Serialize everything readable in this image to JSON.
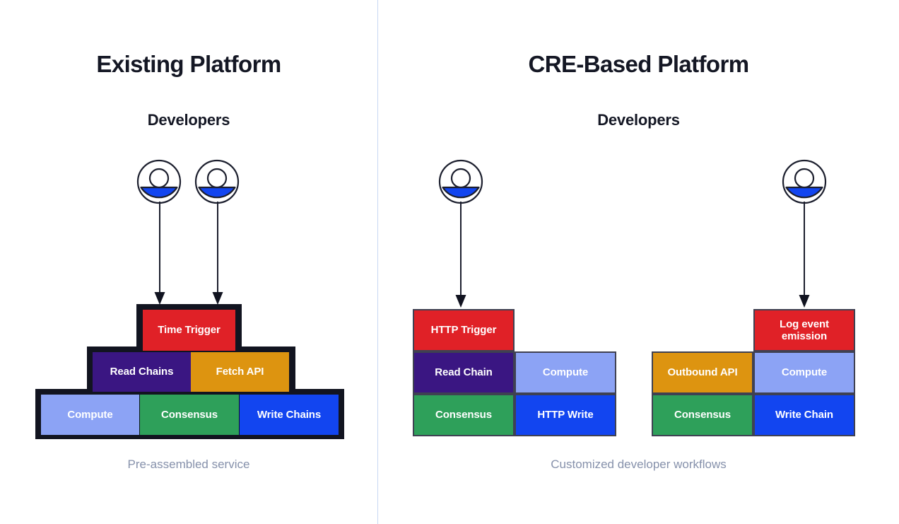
{
  "divider_color": "#c7d8f2",
  "palette": {
    "red": "#e02127",
    "purple": "#3a1682",
    "orange": "#dd9410",
    "light_blue": "#8ca3f5",
    "green": "#2ea05a",
    "blue": "#1245f0",
    "chassis_black": "#121420",
    "heading": "#141724",
    "caption_gray": "#8691ab",
    "avatar_blue": "#1245f0",
    "outline": "#3f4152"
  },
  "left_panel": {
    "title": "Existing Platform",
    "subtitle": "Developers",
    "caption": "Pre-assembled service",
    "developers_count": 2,
    "pyramid": {
      "rows": [
        {
          "blocks": [
            {
              "label": "Time Trigger",
              "color": "red"
            }
          ]
        },
        {
          "blocks": [
            {
              "label": "Read Chains",
              "color": "purple"
            },
            {
              "label": "Fetch API",
              "color": "orange"
            }
          ]
        },
        {
          "blocks": [
            {
              "label": "Compute",
              "color": "light_blue"
            },
            {
              "label": "Consensus",
              "color": "green"
            },
            {
              "label": "Write Chains",
              "color": "blue"
            }
          ]
        }
      ]
    }
  },
  "right_panel": {
    "title": "CRE-Based Platform",
    "subtitle": "Developers",
    "caption": "Customized developer workflows",
    "developers_count": 2,
    "workflows": [
      {
        "name": "workflow-left",
        "rows": [
          {
            "blocks": [
              {
                "label": "HTTP Trigger",
                "color": "red"
              }
            ]
          },
          {
            "blocks": [
              {
                "label": "Read Chain",
                "color": "purple"
              },
              {
                "label": "Compute",
                "color": "light_blue"
              }
            ]
          },
          {
            "blocks": [
              {
                "label": "Consensus",
                "color": "green"
              },
              {
                "label": "HTTP Write",
                "color": "blue"
              }
            ]
          }
        ]
      },
      {
        "name": "workflow-right",
        "rows": [
          {
            "blocks": [
              {
                "label": "Log event emission",
                "color": "red"
              }
            ]
          },
          {
            "blocks": [
              {
                "label": "Outbound API",
                "color": "orange"
              },
              {
                "label": "Compute",
                "color": "light_blue"
              }
            ]
          },
          {
            "blocks": [
              {
                "label": "Consensus",
                "color": "green"
              },
              {
                "label": "Write Chain",
                "color": "blue"
              }
            ]
          }
        ]
      }
    ]
  }
}
